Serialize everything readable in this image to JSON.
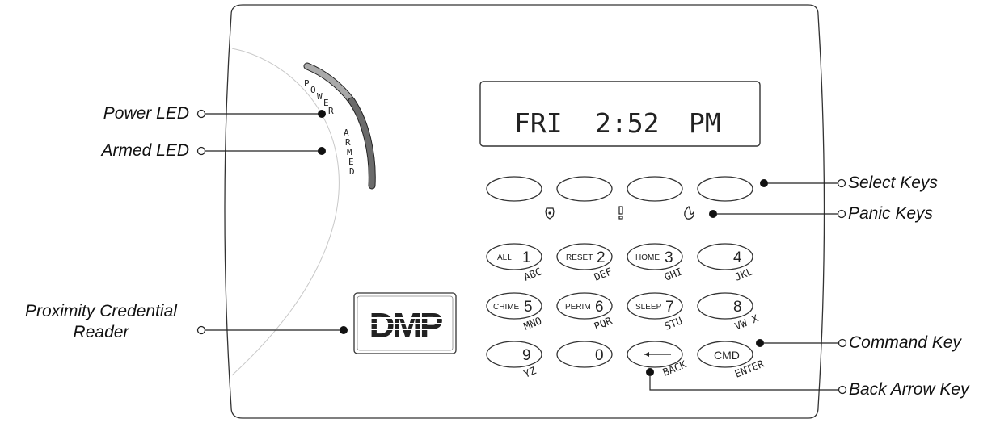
{
  "callouts": {
    "power_led": "Power LED",
    "armed_led": "Armed LED",
    "prox_line1": "Proximity Credential",
    "prox_line2": "Reader",
    "select_keys": "Select Keys",
    "panic_keys": "Panic Keys",
    "command_key": "Command Key",
    "back_arrow_key": "Back Arrow Key"
  },
  "display": {
    "day": "FRI",
    "time": "2:52",
    "ampm": "PM"
  },
  "led_arc": {
    "power_letters": [
      "P",
      "O",
      "W",
      "E",
      "R"
    ],
    "armed_letters": [
      "A",
      "R",
      "M",
      "E",
      "D"
    ],
    "power_color": "#a9a9a9",
    "armed_color": "#6a6a6a"
  },
  "panic_icons": [
    "police-icon",
    "emergency-icon",
    "fire-icon"
  ],
  "keypad": {
    "keys": [
      {
        "prefix": "ALL",
        "digit": "1",
        "sub": "ABC"
      },
      {
        "prefix": "RESET",
        "digit": "2",
        "sub": "DEF"
      },
      {
        "prefix": "HOME",
        "digit": "3",
        "sub": "GHI"
      },
      {
        "prefix": "",
        "digit": "4",
        "sub": "JKL"
      },
      {
        "prefix": "CHIME",
        "digit": "5",
        "sub": "MNO"
      },
      {
        "prefix": "PERIM",
        "digit": "6",
        "sub": "PQR"
      },
      {
        "prefix": "SLEEP",
        "digit": "7",
        "sub": "STU"
      },
      {
        "prefix": "",
        "digit": "8",
        "sub": "VW X"
      },
      {
        "prefix": "",
        "digit": "9",
        "sub": "YZ"
      },
      {
        "prefix": "",
        "digit": "0",
        "sub": ""
      }
    ],
    "back_sub": "BACK",
    "cmd_label": "CMD",
    "cmd_sub": "ENTER"
  },
  "reader_logo": "DMP"
}
